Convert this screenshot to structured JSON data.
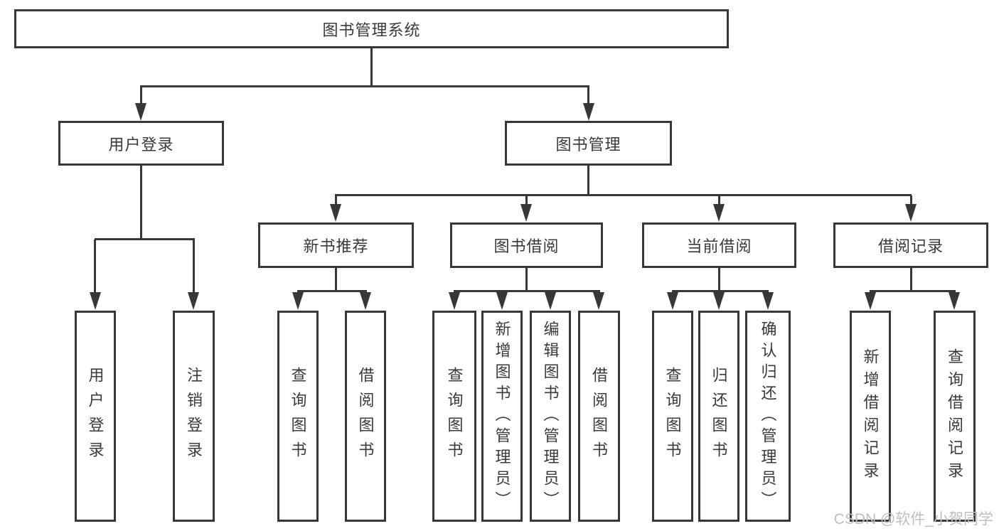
{
  "diagram": {
    "title": "图书管理系统",
    "type": "hierarchy-diagram",
    "colors": {
      "line": "#373737",
      "text": "#3a3a3a",
      "box_background": "#ffffff",
      "watermark": "#bfbfbf"
    },
    "tree": {
      "label": "图书管理系统",
      "children": [
        {
          "label": "用户登录",
          "children": [
            {
              "label": "用户登录"
            },
            {
              "label": "注销登录"
            }
          ]
        },
        {
          "label": "图书管理",
          "children": [
            {
              "label": "新书推荐",
              "children": [
                {
                  "label": "查询图书"
                },
                {
                  "label": "借阅图书"
                }
              ]
            },
            {
              "label": "图书借阅",
              "children": [
                {
                  "label": "查询图书"
                },
                {
                  "label": "新增图书（管理员）"
                },
                {
                  "label": "编辑图书（管理员）"
                },
                {
                  "label": "借阅图书"
                }
              ]
            },
            {
              "label": "当前借阅",
              "children": [
                {
                  "label": "查询图书"
                },
                {
                  "label": "归还图书"
                },
                {
                  "label": "确认归还（管理员）"
                }
              ]
            },
            {
              "label": "借阅记录",
              "children": [
                {
                  "label": "新增借阅记录"
                },
                {
                  "label": "查询借阅记录"
                }
              ]
            }
          ]
        }
      ]
    }
  },
  "watermark": {
    "text": "CSDN @软件_小贺同学"
  }
}
